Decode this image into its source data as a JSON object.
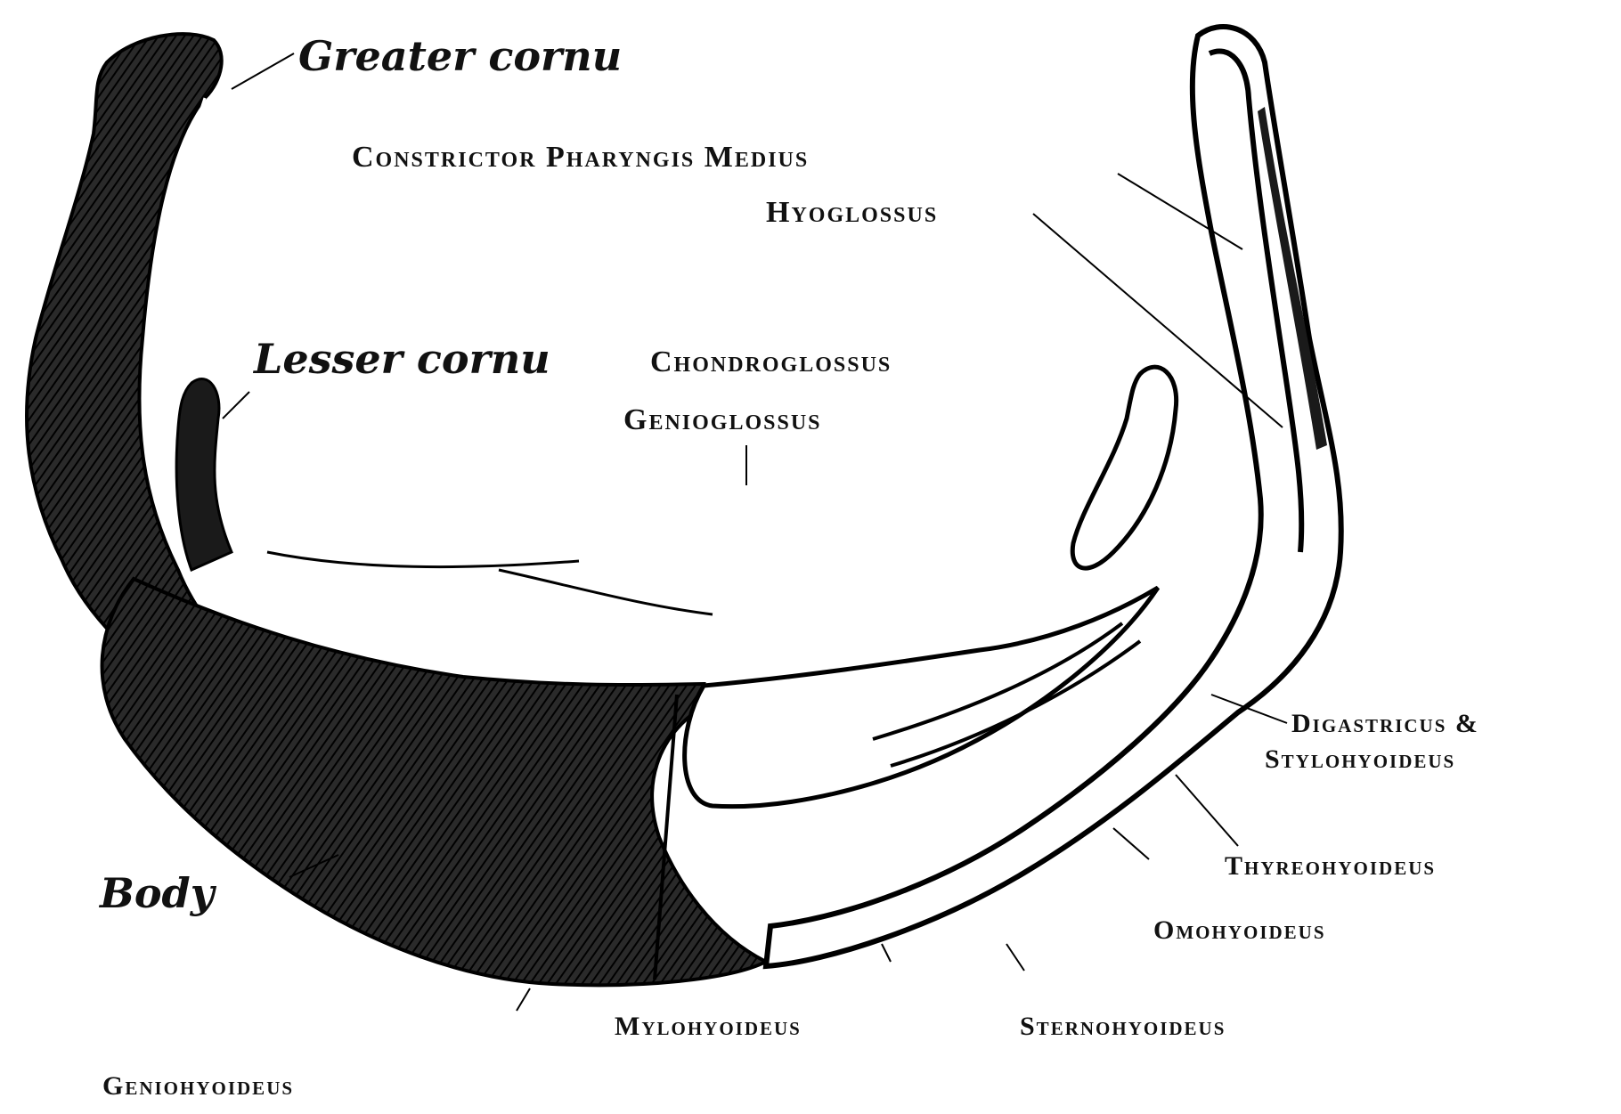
{
  "title": "",
  "colors": {
    "ink": "#111111",
    "background": "#ffffff",
    "bone_shading": "#1a1a1a"
  },
  "labels": {
    "greater_cornu": "Greater cornu",
    "lesser_cornu": "Lesser cornu",
    "body": "Body",
    "constrictor_pharyngis_medius": "Constrictor Pharyngis Medius",
    "hyoglossus": "Hyoglossus",
    "chondroglossus": "Chondroglossus",
    "genioglossus_top": "Genioglossus",
    "digastricus_line1": "Digastricus &",
    "digastricus_line2": "Stylohyoideus",
    "thyreohyoideus": "Thyreohyoideus",
    "omohyoideus": "Omohyoideus",
    "mylohyoideus": "Mylohyoideus",
    "sternohyoideus": "Sternohyoideus",
    "geniohyoideus": "Geniohyoideus"
  }
}
